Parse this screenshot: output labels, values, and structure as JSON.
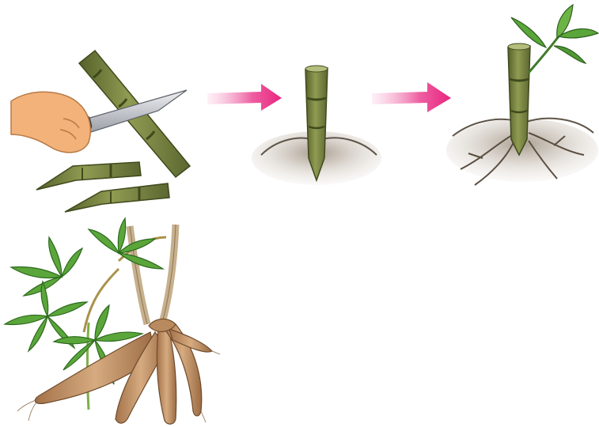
{
  "diagram": {
    "steps": [
      {
        "name": "cut-stem-cuttings",
        "icon": "knife-cutting-stem-icon"
      },
      {
        "name": "plant-cutting-in-soil",
        "icon": "planted-cutting-icon"
      },
      {
        "name": "cutting-grows-roots-and-leaves",
        "icon": "sprouting-cutting-icon"
      },
      {
        "name": "mature-cassava-plant-with-tubers",
        "icon": "cassava-plant-icon"
      }
    ],
    "colors": {
      "arrow": "#e8257f",
      "stem": "#7d8a44",
      "stem_dark": "#4f5a24",
      "soil": "#8a7d6e",
      "leaf": "#5aa63a",
      "tuber": "#c49468",
      "skin": "#f2b27a",
      "blade": "#c9ccd1"
    }
  }
}
